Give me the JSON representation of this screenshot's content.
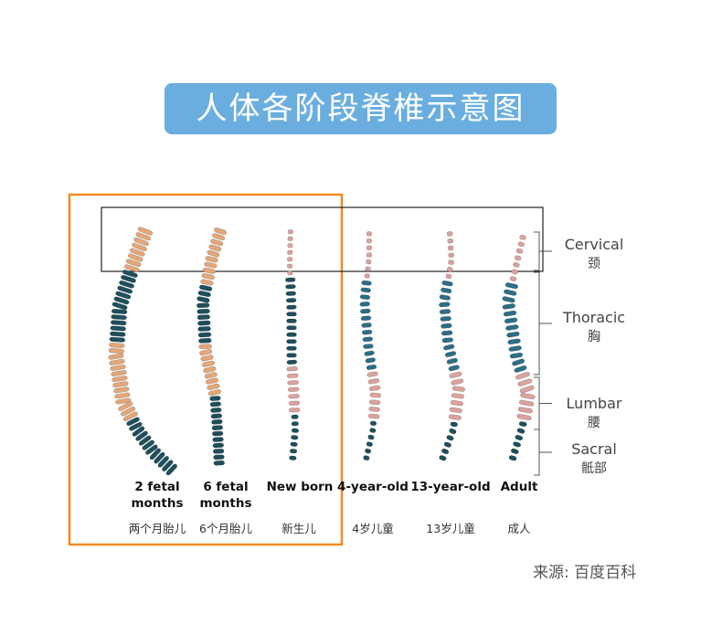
{
  "title": "人体各阶段脊椎示意图",
  "stages": [
    {
      "en": "2 fetal months",
      "zh": "两个月胎儿"
    },
    {
      "en": "6 fetal months",
      "zh": "6个月胎儿"
    },
    {
      "en": "New born",
      "zh": "新生儿"
    },
    {
      "en": "4-year-old",
      "zh": "4岁儿童"
    },
    {
      "en": "13-year-old",
      "zh": "13岁儿童"
    },
    {
      "en": "Adult",
      "zh": "成人"
    }
  ],
  "regions": [
    {
      "en": "Cervical",
      "zh": "颈"
    },
    {
      "en": "Thoracic",
      "zh": "胸"
    },
    {
      "en": "Lumbar",
      "zh": "腰"
    },
    {
      "en": "Sacral",
      "zh": "骶部"
    }
  ],
  "source": "来源: 百度百科",
  "colors": {
    "title_bg": "#6aaee0",
    "highlight_frame": "#f08a24",
    "fetal_orange": "#e3a77a",
    "pink": "#d9a3a0",
    "teal_dark": "#1f4f5c",
    "teal_blue": "#2d6e86"
  }
}
